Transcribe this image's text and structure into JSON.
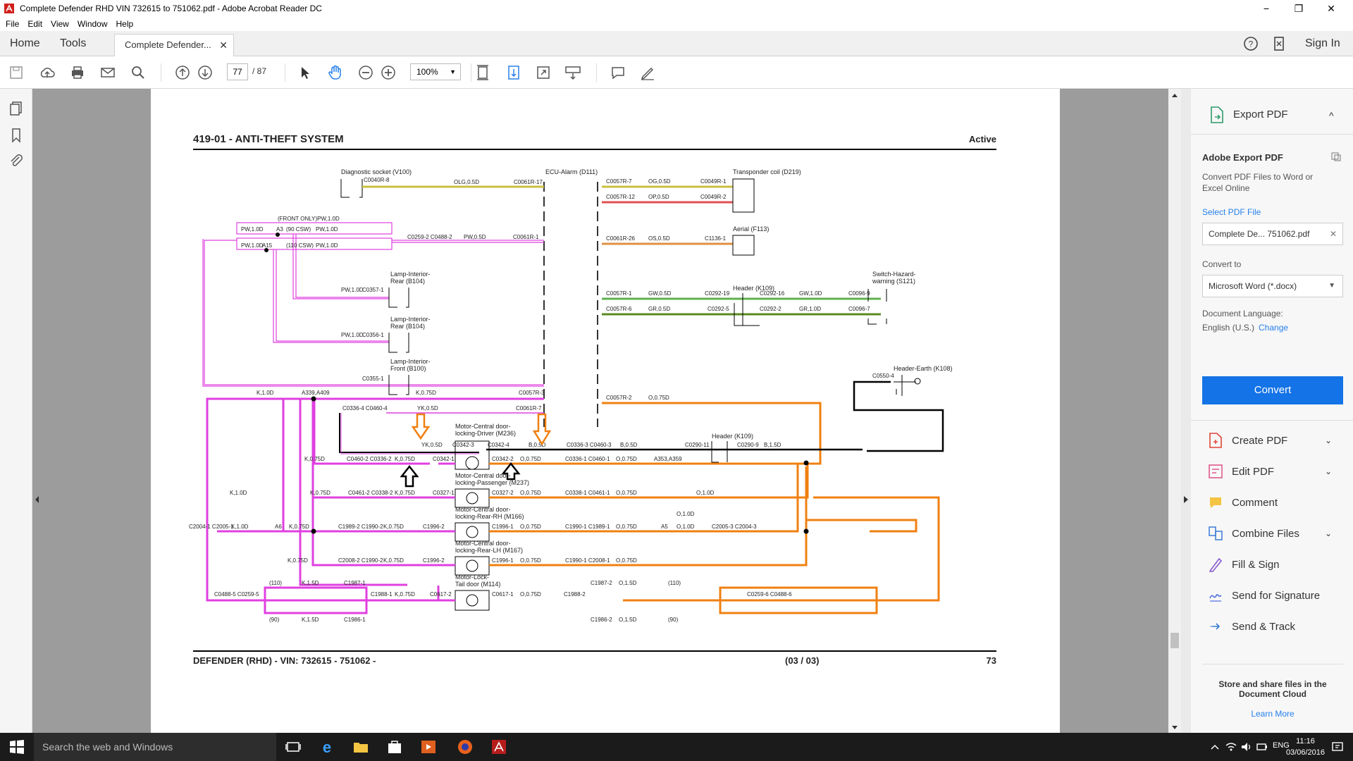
{
  "window": {
    "title": "Complete Defender RHD VIN 732615 to 751062.pdf - Adobe Acrobat Reader DC",
    "minimize": "−",
    "maximize": "❐",
    "close": "✕"
  },
  "menu": [
    "File",
    "Edit",
    "View",
    "Window",
    "Help"
  ],
  "tabs": {
    "home": "Home",
    "tools": "Tools",
    "doc": "Complete Defender...",
    "doc_close": "✕"
  },
  "header_right": {
    "help": "?",
    "sign_in": "Sign In"
  },
  "toolbar": {
    "page_current": "77",
    "page_total": "/ 87",
    "zoom": "100%",
    "zoom_dd": "▼"
  },
  "document": {
    "header_title": "419-01 - ANTI-THEFT SYSTEM",
    "header_status": "Active",
    "footer_left": "DEFENDER  (RHD) - VIN: 732615 - 751062 -",
    "footer_mid": "(03 / 03)",
    "footer_page": "73",
    "components": {
      "diag": "Diagnostic socket (V100)",
      "ecu": "ECU-Alarm (D111)",
      "transponder": "Transponder coil (D219)",
      "aerial": "Aerial (F113)",
      "lamp_rear1_a": "Lamp-Interior-",
      "lamp_rear1_b": "Rear (B104)",
      "lamp_rear2_a": "Lamp-Interior-",
      "lamp_rear2_b": "Rear (B104)",
      "lamp_front_a": "Lamp-Interior-",
      "lamp_front_b": "Front (B100)",
      "header_k109": "Header (K109)",
      "switch_a": "Switch-Hazard-",
      "switch_b": "warning (S121)",
      "earth": "Header-Earth (K108)",
      "header_k109b": "Header (K109)",
      "m236_a": "Motor-Central door-",
      "m236_b": "locking-Driver (M236)",
      "m237_a": "Motor-Central door-",
      "m237_b": "locking-Passenger (M237)",
      "m166_a": "Motor-Central door-",
      "m166_b": "locking-Rear-RH (M166)",
      "m167_a": "Motor-Central door-",
      "m167_b": "locking-Rear-LH (M167)",
      "m114_a": "Motor-Lock-",
      "m114_b": "Tail door (M114)"
    },
    "labels": {
      "front_only": "(FRONT ONLY)PW,1.0D",
      "c0040r8": "C0040R-8",
      "olg05": "OLG,0.5D",
      "c0061r17": "C0061R-17",
      "c0057r7": "C0057R-7",
      "og05": "OG,0.5D",
      "c0049r1": "C0049R-1",
      "c0057r12": "C0057R-12",
      "op05": "OP,0.5D",
      "c0049r2": "C0049R-2",
      "c0061r26": "C0061R-26",
      "os05": "OS,0.5D",
      "c11361": "C1136-1",
      "pw10a": "PW,1.0D",
      "a3": "A3",
      "csw90": "(90 CSW)",
      "pw10b": "PW,1.0D",
      "pw10c": "PW,1.0D",
      "a15": "A15",
      "csw110": "(110 CSW)",
      "pw10d": "PW,1.0D",
      "c0259": "C0259-2 C0488-2",
      "pw05": "PW,0.5D",
      "c0061r1": "C0061R-1",
      "pw10e": "PW,1.0D",
      "c03571": "C0357-1",
      "pw10f": "PW,1.0D",
      "c03561": "C0356-1",
      "c03551": "C0355-1",
      "c0057r1": "C0057R-1",
      "gw05": "GW,0.5D",
      "c029219": "C0292-19",
      "c029216": "C0292-16",
      "gw10": "GW,1.0D",
      "c00969": "C0096-9",
      "c0057r6": "C0057R-6",
      "gr05": "GR,0.5D",
      "c02925": "C0292-5",
      "c02922": "C0292-2",
      "gr10": "GR,1.0D",
      "c00967": "C0096-7",
      "c05504": "C0550-4",
      "k10a": "K,1.0D",
      "a339": "A339,A409",
      "k075a": "K,0.75D",
      "c0057r3": "C0057R-3",
      "c0057r2": "C0057R-2",
      "o075a": "O,0.75D",
      "c0336": "C0336-4 C0460-4",
      "yk05": "YK,0.5D",
      "c0061r7": "C0061R-7",
      "yk05b": "YK,0.5D",
      "c03423": "C0342-3",
      "c03424": "C0342-4",
      "b05": "B,0.5D",
      "c03363": "C0336-3 C0460-3",
      "b05b": "B,0.5D",
      "c029011": "C0290-11",
      "c02909": "C0290-9",
      "b15": "B,1.5D",
      "k075b": "K,0.75D",
      "c04602": "C0460-2 C0336-2",
      "k075c": "K,0.75D",
      "c03421": "C0342-1",
      "c03422": "C0342-2",
      "o075b": "O,0.75D",
      "c03361": "C0336-1 C0460-1",
      "o075c": "O,0.75D",
      "a353": "A353,A359",
      "k10b": "K,1.0D",
      "k075d": "K,0.75D",
      "c04612": "C0461-2 C0338-2",
      "k075e": "K,0.75D",
      "c03271": "C0327-1",
      "c03272": "C0327-2",
      "o075d": "O,0.75D",
      "c03381": "C0338-1 C0461-1",
      "o075e": "O,0.75D",
      "o10a": "O,1.0D",
      "c2004": "C2004-1 C2005-1",
      "k10c": "K,1.0D",
      "a6": "A6",
      "k075f": "K,0.75D",
      "c19892": "C1989-2 C1990-2",
      "k075g": "K,0.75D",
      "c19962": "C1996-2",
      "c19961": "C1996-1",
      "o075f": "O,0.75D",
      "c19901": "C1990-1 C1989-1",
      "o075g": "O,0.75D",
      "a5": "A5",
      "o10b": "O,1.0D",
      "o10c": "O,1.0D",
      "c2005": "C2005-3 C2004-3",
      "k075h": "K,0.75D",
      "c20082": "C2008-2 C1990-2",
      "k075i": "K,0.75D",
      "c19962b": "C1996-2",
      "c19961b": "C1996-1",
      "o075h": "O,0.75D",
      "c19901b": "C1990-1 C2008-1",
      "o075i": "O,0.75D",
      "c0488": "C0488-5 C0259-5",
      "p110a": "(110)",
      "k15a": "K,1.5D",
      "c19871": "C1987-1",
      "p90a": "(90)",
      "k15b": "K,1.5D",
      "c19861": "C1986-1",
      "c19881": "C1988-1",
      "k075j": "K,0.75D",
      "c06172": "C0617-2",
      "c06171": "C0617-1",
      "o075j": "O,0.75D",
      "c19882": "C1988-2",
      "c19872": "C1987-2",
      "o15a": "O,1.5D",
      "p110b": "(110)",
      "c19862": "C1986-2",
      "o15b": "O,1.5D",
      "p90b": "(90)",
      "c0259b": "C0259-6 C0488-6"
    }
  },
  "right_panel": {
    "export_title": "Export PDF",
    "export_chev": "^",
    "adobe_export": "Adobe Export PDF",
    "desc_1": "Convert PDF Files to Word or",
    "desc_2": "Excel Online",
    "select_pdf": "Select PDF File",
    "file_name": "Complete De... 751062.pdf",
    "file_clear": "✕",
    "convert_to": "Convert to",
    "format": "Microsoft Word (*.docx)",
    "format_dd": "▼",
    "doc_lang_label": "Document Language:",
    "doc_lang": "English (U.S.)",
    "change": "Change",
    "convert_btn": "Convert",
    "tools": [
      {
        "label": "Create PDF",
        "chev": "⌄"
      },
      {
        "label": "Edit PDF",
        "chev": "⌄"
      },
      {
        "label": "Comment",
        "chev": ""
      },
      {
        "label": "Combine Files",
        "chev": "⌄"
      },
      {
        "label": "Fill & Sign",
        "chev": ""
      },
      {
        "label": "Send for Signature",
        "chev": ""
      },
      {
        "label": "Send & Track",
        "chev": ""
      }
    ],
    "store_1": "Store and share files in the",
    "store_2": "Document Cloud",
    "learn_more": "Learn More"
  },
  "taskbar": {
    "search": "Search the web and Windows",
    "lang": "ENG",
    "time": "11:16",
    "date": "03/06/2016"
  },
  "colors": {
    "pink": "#e040e0",
    "orange": "#f08010",
    "yellow": "#c8c040",
    "red": "#e05050",
    "green": "#50b050",
    "convert": "#1473e6"
  }
}
